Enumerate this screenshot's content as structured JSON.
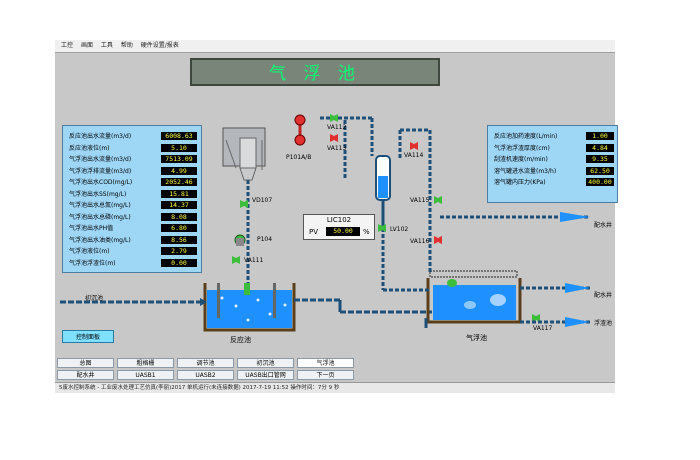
{
  "menubar": [
    "工控",
    "画面",
    "工具",
    "帮助",
    "硬件设置/报表"
  ],
  "title": "气 浮 池",
  "left_panel": {
    "rows": [
      {
        "label": "反应池出水流量(m3/d)",
        "value": "6008.63"
      },
      {
        "label": "反应池液位(m)",
        "value": "5.10"
      },
      {
        "label": "气浮池出水流量(m3/d)",
        "value": "7513.09"
      },
      {
        "label": "气浮池浮排流量(m3/d)",
        "value": "4.99"
      },
      {
        "label": "气浮池出水COD(mg/L)",
        "value": "2052.46"
      },
      {
        "label": "气浮池出水SS(mg/L)",
        "value": "15.81"
      },
      {
        "label": "气浮池出水总氮(mg/L)",
        "value": "14.37"
      },
      {
        "label": "气浮池出水总磷(mg/L)",
        "value": "8.08"
      },
      {
        "label": "气浮池出水PH值",
        "value": "6.80"
      },
      {
        "label": "气浮池出水油类(mg/L)",
        "value": "8.56"
      },
      {
        "label": "气浮池液位(m)",
        "value": "2.79"
      },
      {
        "label": "气浮池浮渣位(m)",
        "value": "0.00"
      }
    ]
  },
  "right_panel": {
    "rows": [
      {
        "label": "反应池加药速度(L/min)",
        "value": "1.00"
      },
      {
        "label": "气浮池浮渣厚度(cm)",
        "value": "4.84"
      },
      {
        "label": "刮渣机速度(m/min)",
        "value": "9.35"
      },
      {
        "label": "溶气罐进水流量(m3/h)",
        "value": "62.50"
      },
      {
        "label": "溶气罐内压力(KPa)",
        "value": "400.00"
      }
    ]
  },
  "lic": {
    "name": "LIC102",
    "pv_label": "PV",
    "pv_value": "50.00",
    "unit": "%"
  },
  "labels": {
    "vd107": "VD107",
    "p104": "P104",
    "va111": "VA111",
    "va112": "VA112",
    "va113": "VA113",
    "p101": "P101A/B",
    "va114": "VA114",
    "va115": "VA115",
    "va116": "VA116",
    "va117": "VA117",
    "lv102": "LV102",
    "reactor": "反应池",
    "flotation": "气浮池",
    "in_left": "初沉池",
    "out_right1": "配水井",
    "out_right2": "配水井",
    "out_right3": "浮渣池"
  },
  "control_button": "控制面板",
  "nav_row1": [
    "总图",
    "粗格栅",
    "调节池",
    "初沉池",
    "气浮池"
  ],
  "nav_row2": [
    "配水井",
    "UASB1",
    "UASB2",
    "UASB出口管网",
    "下一页"
  ],
  "status": "5废水控制系统 - 工业废水处理工艺仿真(李丽)2017   单机运行(未连接数据)   2017-7-19   11:52   操作时间：7分 9 秒",
  "colors": {
    "panel": "#9ed6f6",
    "water": "#1e90ff",
    "title_text": "#00ff70",
    "value_text": "#ffff40"
  }
}
